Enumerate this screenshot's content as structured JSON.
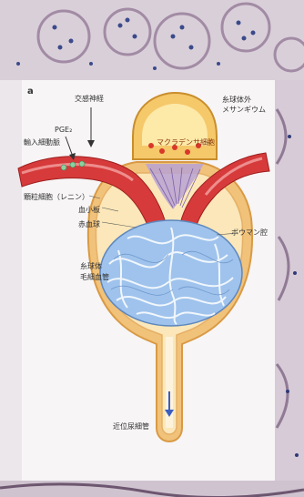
{
  "figure": {
    "panel_letter": "a",
    "labels": {
      "sympathetic_nerve": "交感神経",
      "extraglomerular_mesangium": "糸球体外\nメサンギウム",
      "pge": "PGE₂",
      "afferent_arteriole": "輸入細動脈",
      "macula_densa": "マクラデンサ細胞",
      "granular_cell": "顆粒細胞（レニン）",
      "platelet": "血小板",
      "red_blood_cell": "赤血球",
      "bowman_capsule": "ボウマン腔",
      "glomerulus": "糸球体",
      "glomerular_capillary": "毛細血管",
      "proximal_tubule": "近位尿細管"
    }
  }
}
